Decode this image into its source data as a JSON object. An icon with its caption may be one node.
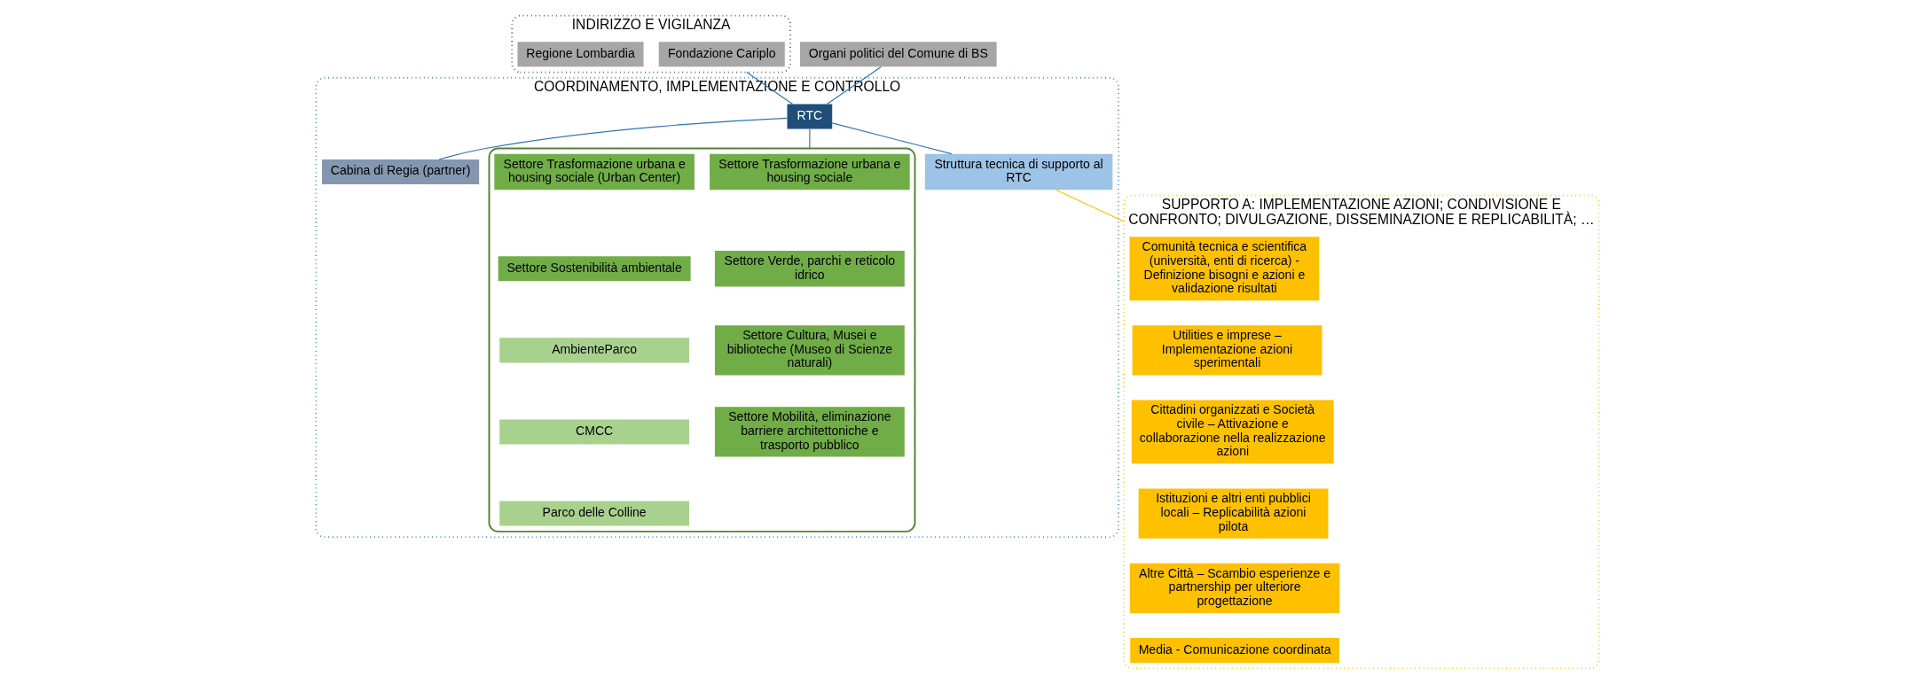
{
  "diagram": {
    "nodes": [
      {
        "text": [
          "INDIRIZZO E VIGILANZA"
        ]
      },
      {
        "text": [
          "Fondazione Cariplo"
        ],
        "in": 0
      },
      {
        "text": [
          "Regione Lombardia"
        ],
        "in": 0
      },
      {
        "text": [
          "Organi politici del Comune di BS"
        ]
      },
      {
        "text": [
          "COORDINAMENTO, IMPLEMENTAZIONE E CONTROLLO"
        ]
      },
      {
        "text": [
          "RTC"
        ],
        "in": 4
      },
      {
        "text": [
          "Cabina di Regia (partner)"
        ],
        "in": 4
      },
      {
        "text": [
          "Struttura tecnica di supporto al RTC"
        ],
        "in": 4
      },
      {
        "text": [],
        "shape": "box",
        "in": 4
      },
      {
        "text": [
          "Settore Trasformazione urbana e housing sociale"
        ],
        "in": 8
      },
      {
        "text": [
          "Settore Verde, parchi e reticolo idrico"
        ],
        "in": 8
      },
      {
        "text": [
          "Settore Cultura, Musei e biblioteche (Museo di Scienze naturali)"
        ],
        "in": 8
      },
      {
        "text": [
          "Settore Mobilità, eliminazione barriere architettoniche e trasporto pubblico"
        ],
        "in": 8
      },
      {
        "text": [
          "Settore Trasformazione urbana e housing sociale (Urban Center)"
        ],
        "in": 8
      },
      {
        "text": [
          "Settore Sostenibilità ambientale"
        ],
        "in": 8
      },
      {
        "text": [
          "AmbienteParco"
        ],
        "in": 8
      },
      {
        "text": [
          "CMCC"
        ],
        "in": 8
      },
      {
        "text": [
          "Parco delle Colline"
        ],
        "in": 8
      },
      {
        "text": [
          "SUPPORTO A: IMPLEMENTAZIONE AZIONI; CONDIVISIONE E CONFRONTO; DIVULGAZIONE, DISSEMINAZIONE E REPLICABILITÀ; …"
        ]
      },
      {
        "text": [
          "Comunità tecnica e scientifica (università, enti di ricerca) - Definizione bisogni e azioni e validazione risultati"
        ],
        "in": 18
      },
      {
        "text": [
          "Utilities e imprese – Implementazione azioni sperimentali"
        ],
        "in": 18
      },
      {
        "text": [
          "Cittadini organizzati e Società civile – Attivazione e collaborazione nella realizzazione azioni"
        ],
        "in": 18
      },
      {
        "text": [
          "Istituzioni e altri enti pubblici locali – Replicabilità azioni pilota"
        ],
        "in": 18
      },
      {
        "text": [
          "Altre Città – Scambio esperienze e partnership per ulteriore progettazione"
        ],
        "in": 18
      },
      {
        "text": [
          "Media - Comunicazione coordinata"
        ],
        "in": 18
      }
    ],
    "edges": [
      {
        "from": 0,
        "to": 5,
        "arrow": "none"
      },
      {
        "from": 3,
        "to": 5,
        "arrow": "none"
      },
      {
        "from": 5,
        "to": 6,
        "arrow": "none"
      },
      {
        "from": 5,
        "to": 7,
        "arrow": "none"
      },
      {
        "from": 5,
        "to": 8,
        "arrow": "none"
      },
      {
        "from": 7,
        "to": 18,
        "arrow": "none",
        "color": "#ffc000"
      }
    ]
  }
}
